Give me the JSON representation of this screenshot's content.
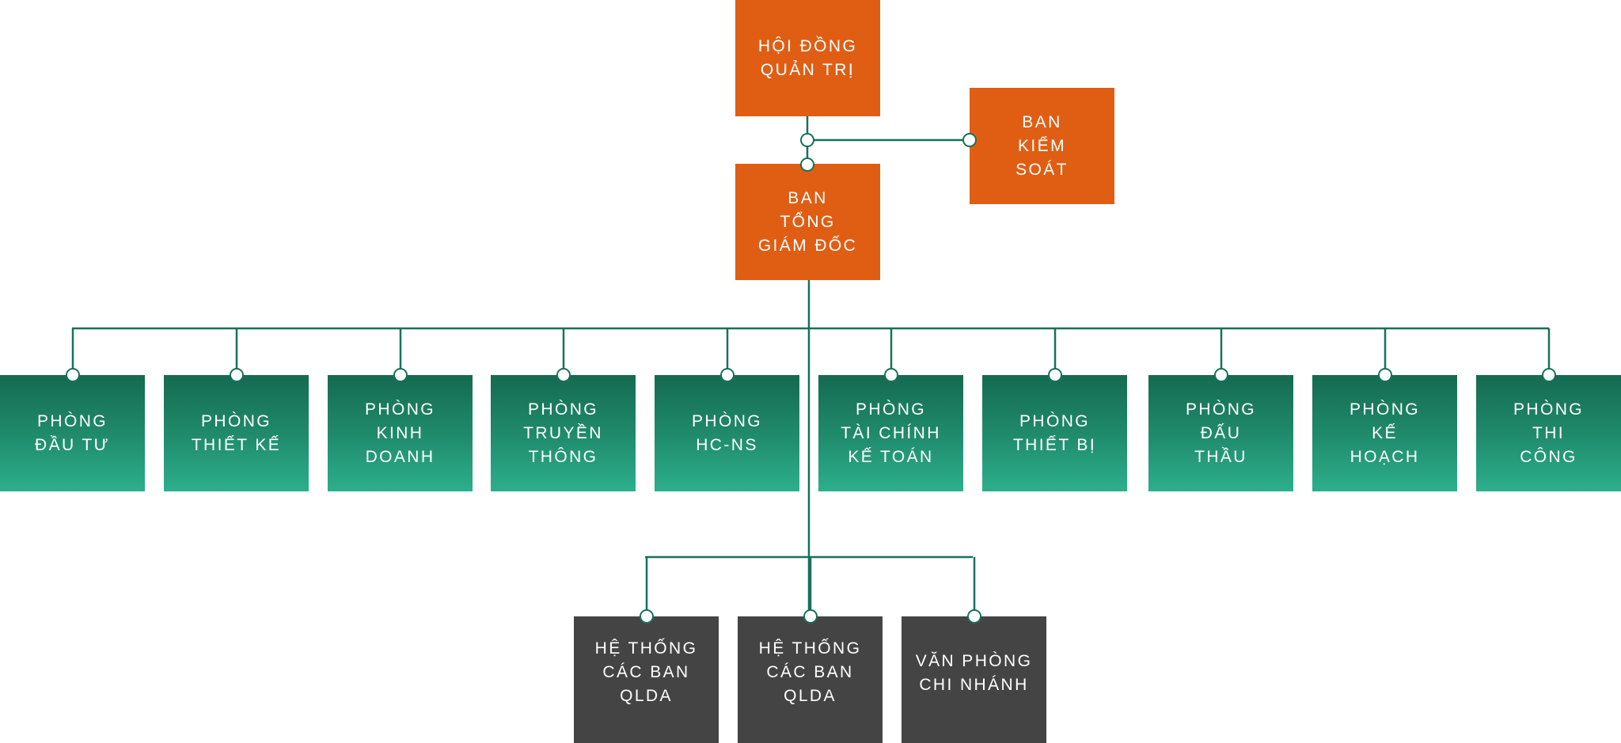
{
  "colors": {
    "executive": "#e05e14",
    "department_top": "#156a50",
    "department_bottom": "#2daf8c",
    "unit": "#444444",
    "connector": "#17715a"
  },
  "executive": {
    "board": "HỘI ĐỒNG\nQUẢN TRỊ",
    "supervisory": "BAN\nKIỂM\nSOÁT",
    "general_directors": "BAN\nTỔNG\nGIÁM ĐỐC"
  },
  "departments": [
    "PHÒNG\nĐẦU TƯ",
    "PHÒNG\nTHIẾT KẾ",
    "PHÒNG\nKINH\nDOANH",
    "PHÒNG\nTRUYỀN\nTHÔNG",
    "PHÒNG\nHC-NS",
    "PHÒNG\nTÀI CHÍNH\nKẾ TOÁN",
    "PHÒNG\nTHIẾT BỊ",
    "PHÒNG\nĐẤU\nTHẦU",
    "PHÒNG\nKẾ\nHOẠCH",
    "PHÒNG\nTHI\nCÔNG"
  ],
  "units": [
    "HỆ THỐNG\nCÁC BAN\nQLDA",
    "HỆ THỐNG\nCÁC BAN\nQLDA",
    "VĂN PHÒNG\nCHI NHÁNH"
  ]
}
